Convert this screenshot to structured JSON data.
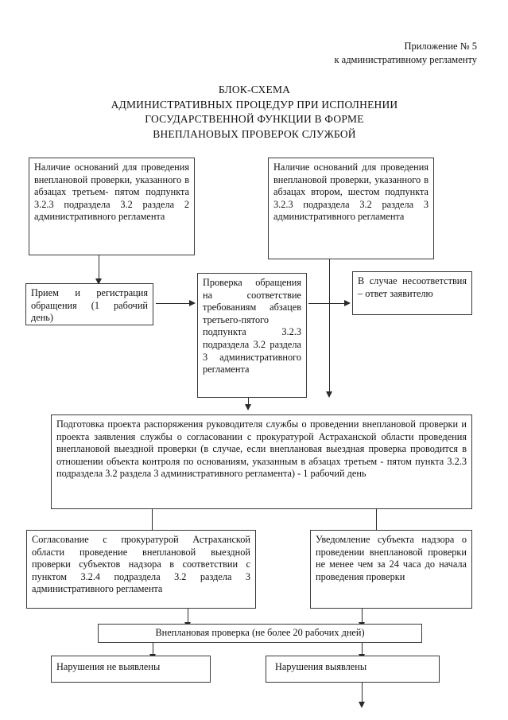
{
  "header": {
    "line1": "Приложение № 5",
    "line2": "к административному регламенту"
  },
  "title": {
    "line1": "БЛОК-СХЕМА",
    "line2": "АДМИНИСТРАТИВНЫХ ПРОЦЕДУР ПРИ ИСПОЛНЕНИИ",
    "line3": "ГОСУДАРСТВЕННОЙ ФУНКЦИИ В ФОРМЕ",
    "line4": "ВНЕПЛАНОВЫХ ПРОВЕРОК СЛУЖБОЙ"
  },
  "boxes": {
    "grounds_left": "Наличие оснований для проведения внеплановой проверки, указанного в абзацах третьем- пятом подпункта 3.2.3 подраздела 3.2 раздела 2 административного регламента",
    "grounds_right": "Наличие оснований для проведения внеплановой проверки, указанного в абзацах втором, шестом подпункта 3.2.3 подраздела 3.2 раздела 3 административного регламента",
    "registration": "Прием и регистрация обращения (1 рабочий день)",
    "compliance_check": "Проверка обращения на соответствие требованиям абзацев третьего-пятого подпункта 3.2.3 подраздела 3.2 раздела 3 административного регламента",
    "non_compliance_reply": "В случае несоответствия – ответ заявителю",
    "order_preparation": "Подготовка проекта распоряжения руководителя службы о проведении внеплановой  проверки и проекта заявления службы о согласовании с прокуратурой Астраханской области проведения внеплановой выездной проверки (в случае,     если внеплановая выездная проверка проводится в отношении объекта  контроля по основаниям, указанным в абзацах третьем - пятом пункта 3.2.3  подраздела 3.2 раздела 3 административного регламента) - 1 рабочий день",
    "prosecutor_approval": "Согласование с прокуратурой Астраханской области проведение внеплановой выездной проверки субъектов надзора в соответствии с пунктом 3.2.4 подраздела 3.2 раздела 3 административного регламента",
    "notification": "Уведомление субъекта надзора о проведении внеплановой проверки не менее чем за 24 часа до начала проведения проверки",
    "unscheduled_inspection": "Внеплановая проверка (не более 20 рабочих дней)",
    "no_violations": "Нарушения не выявлены",
    "violations_found": "Нарушения выявлены"
  },
  "colors": {
    "border": "#3a3a3a",
    "connector": "#2b2b2b",
    "text": "#111111",
    "background": "#ffffff"
  }
}
